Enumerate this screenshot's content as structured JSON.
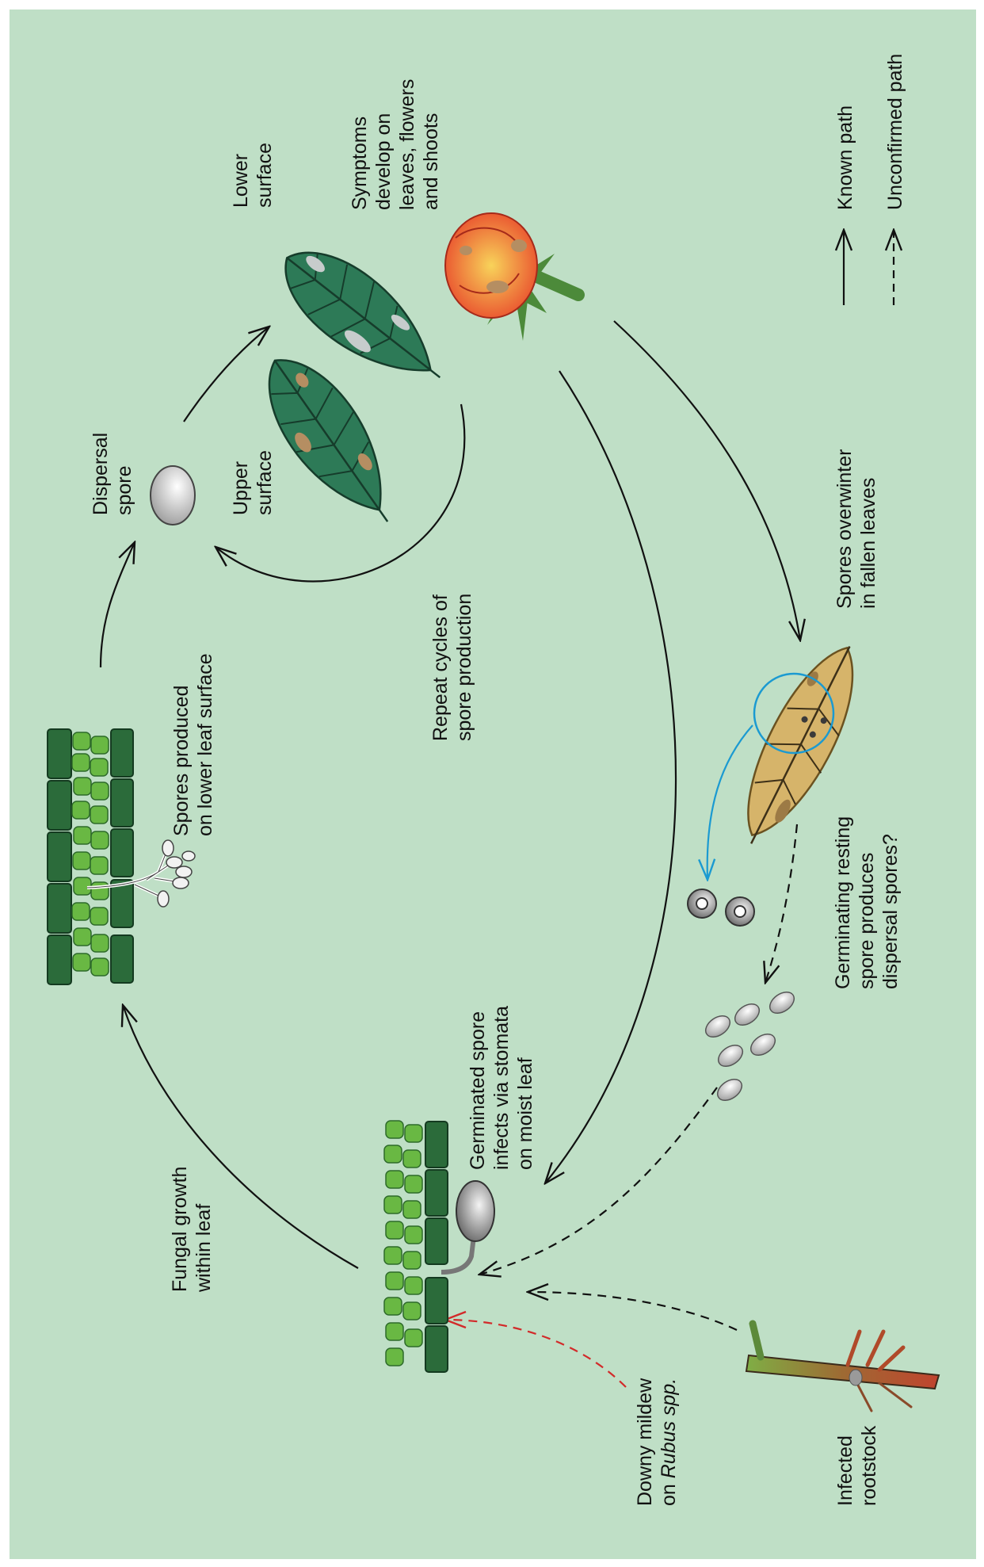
{
  "colors": {
    "background": "#bfdfc6",
    "known_path": "#111111",
    "highlight_blue": "#1b9ad1",
    "rubus_red": "#d22a2a"
  },
  "labels": {
    "symptoms": [
      "Symptoms",
      "develop on",
      "leaves, flowers",
      "and shoots"
    ],
    "lower_surface": [
      "Lower",
      "surface"
    ],
    "upper_surface": [
      "Upper",
      "surface"
    ],
    "dispersal_spore": [
      "Dispersal",
      "spore"
    ],
    "repeat_cycles": [
      "Repeat cycles of",
      "spore production"
    ],
    "spores_produced": [
      "Spores produced",
      "on lower leaf surface"
    ],
    "overwinter": [
      "Spores overwinter",
      "in fallen leaves"
    ],
    "germinating_resting": [
      "Germinating resting",
      "spore produces",
      "dispersal spores?"
    ],
    "germinated_spore": [
      "Germinated spore",
      "infects via stomata",
      "on moist leaf"
    ],
    "fungal_growth": [
      "Fungal growth",
      "within leaf"
    ],
    "downy_mildew": [
      "Downy mildew",
      "on "
    ],
    "rubus": "Rubus spp.",
    "infected_rootstock": [
      "Infected",
      "rootstock"
    ]
  },
  "legend": {
    "known": "Known path",
    "unconfirmed": "Unconfirmed path"
  },
  "icons": [
    "leaf-lower-icon",
    "leaf-upper-icon",
    "rose-bud-icon",
    "dispersal-spore-icon",
    "fallen-leaf-icon",
    "resting-spore-icon",
    "rootstock-icon",
    "leaf-cross-section-icon"
  ]
}
